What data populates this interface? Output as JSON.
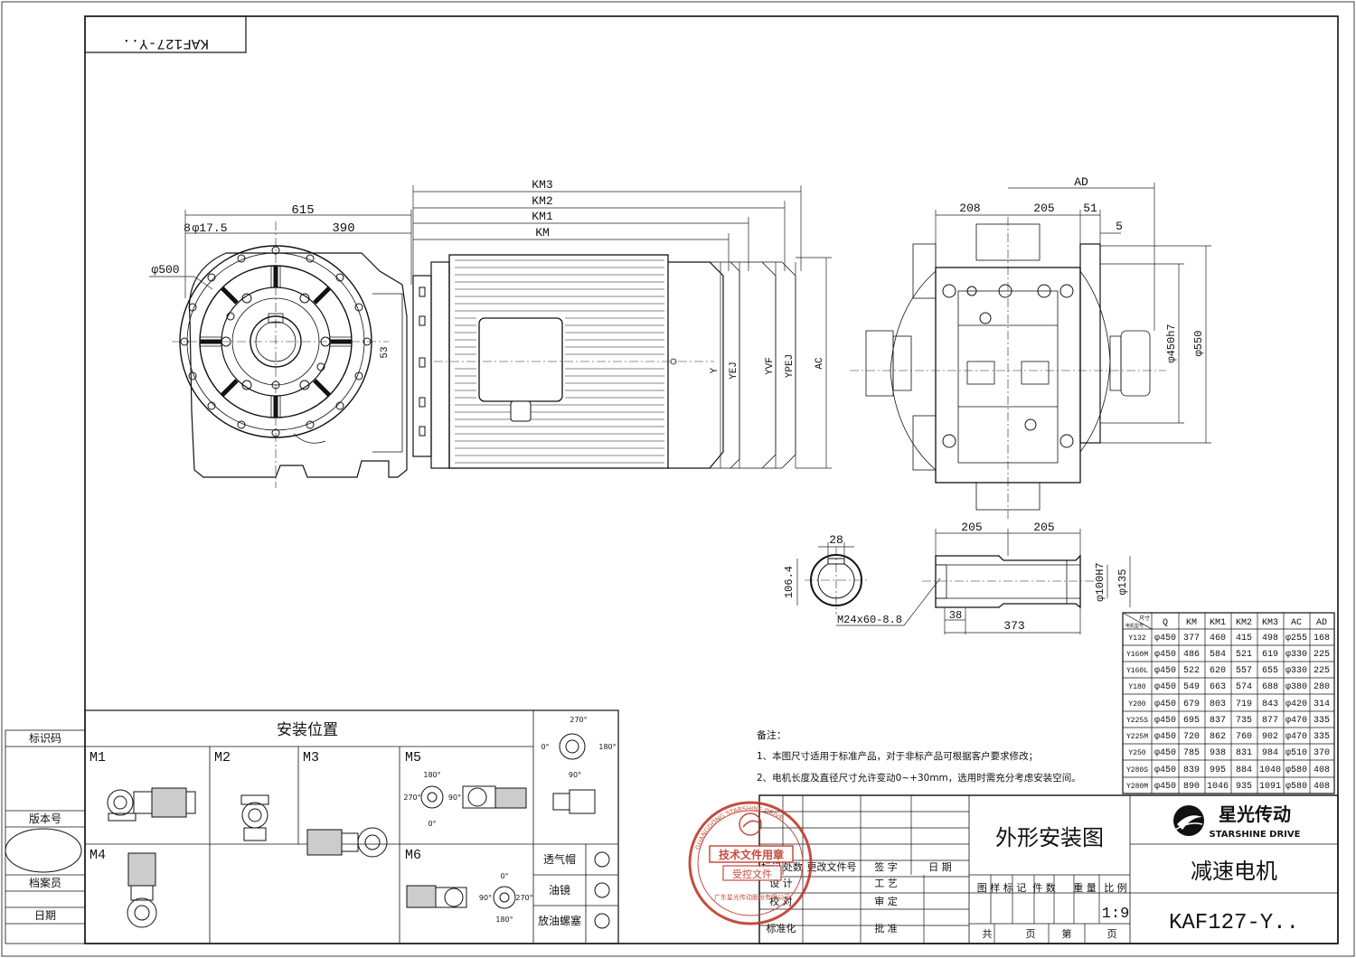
{
  "code_box": "KAF127-Y..",
  "left_strip": [
    "标识码",
    "版本号",
    "档案员",
    "日期"
  ],
  "front_view": {
    "dims": [
      "615",
      "390",
      "8",
      "φ17.5",
      "φ500",
      "53"
    ]
  },
  "motor_view": {
    "dims": [
      "KM3",
      "KM2",
      "KM1",
      "KM",
      "Y",
      "YEJ",
      "YVF",
      "YPEJ",
      "AC"
    ]
  },
  "side_view": {
    "dims": [
      "AD",
      "208",
      "205",
      "51",
      "5",
      "φ450h7",
      "φ550"
    ]
  },
  "shaft_section": {
    "dims": [
      "28",
      "106.4"
    ]
  },
  "hollow_shaft": {
    "dims": [
      "205",
      "205",
      "φ100H7",
      "φ135",
      "38",
      "373"
    ],
    "thread": "M24x60-8.8"
  },
  "dimension_table": {
    "corner_top": "尺寸",
    "corner_bottom": "电机型号",
    "columns": [
      "Q",
      "KM",
      "KM1",
      "KM2",
      "KM3",
      "AC",
      "AD"
    ],
    "rows": [
      [
        "Y132",
        "φ450",
        "377",
        "460",
        "415",
        "498",
        "φ255",
        "168"
      ],
      [
        "Y160M",
        "φ450",
        "486",
        "584",
        "521",
        "619",
        "φ330",
        "225"
      ],
      [
        "Y160L",
        "φ450",
        "522",
        "620",
        "557",
        "655",
        "φ330",
        "225"
      ],
      [
        "Y180",
        "φ450",
        "549",
        "663",
        "574",
        "688",
        "φ380",
        "280"
      ],
      [
        "Y200",
        "φ450",
        "679",
        "803",
        "719",
        "843",
        "φ420",
        "314"
      ],
      [
        "Y225S",
        "φ450",
        "695",
        "837",
        "735",
        "877",
        "φ470",
        "335"
      ],
      [
        "Y225M",
        "φ450",
        "720",
        "862",
        "760",
        "902",
        "φ470",
        "335"
      ],
      [
        "Y250",
        "φ450",
        "785",
        "938",
        "831",
        "984",
        "φ510",
        "370"
      ],
      [
        "Y280S",
        "φ450",
        "839",
        "995",
        "884",
        "1040",
        "φ580",
        "408"
      ],
      [
        "Y280M",
        "φ450",
        "890",
        "1046",
        "935",
        "1091",
        "φ580",
        "408"
      ]
    ]
  },
  "notes": {
    "heading": "备注：",
    "items": [
      "1、本图尺寸适用于标准产品，对于非标产品可根据客户要求修改；",
      "2、电机长度及直径尺寸允许变动0~+30mm，选用时需充分考虑安装空间。"
    ]
  },
  "mounting": {
    "title": "安装位置",
    "positions": [
      "M1",
      "M2",
      "M3",
      "M4",
      "M5",
      "M6"
    ],
    "angles": [
      "0°",
      "90°",
      "180°",
      "270°"
    ],
    "legend": [
      "透气帽",
      "油镜",
      "放油螺塞"
    ]
  },
  "stamp": {
    "ring_text": "GUANGDONG STARSHINE DRIVE",
    "line1": "技术文件用章",
    "line2": "受控文件",
    "bottom": "广东星光传动股份有限公司"
  },
  "title_block": {
    "drawing_title": "外形安装图",
    "product": "减速电机",
    "model": "KAF127-Y..",
    "scale": "1:9",
    "brand_cn": "星光传动",
    "brand_en": "STARSHINE DRIVE",
    "labels": {
      "mark": "标记",
      "count": "处数",
      "change_doc": "更改文件号",
      "sign": "签 字",
      "date": "日 期",
      "design": "设 计",
      "process": "工 艺",
      "check": "校 对",
      "review": "审 定",
      "standard": "标准化",
      "approve": "批 准",
      "drawing_mark": "图 样 标 记",
      "pieces": "件 数",
      "weight": "重 量",
      "ratio": "比 例",
      "total": "共",
      "page": "页",
      "num": "第",
      "page2": "页"
    }
  },
  "colors": {
    "stamp": "#c0392b",
    "line": "#111111"
  }
}
